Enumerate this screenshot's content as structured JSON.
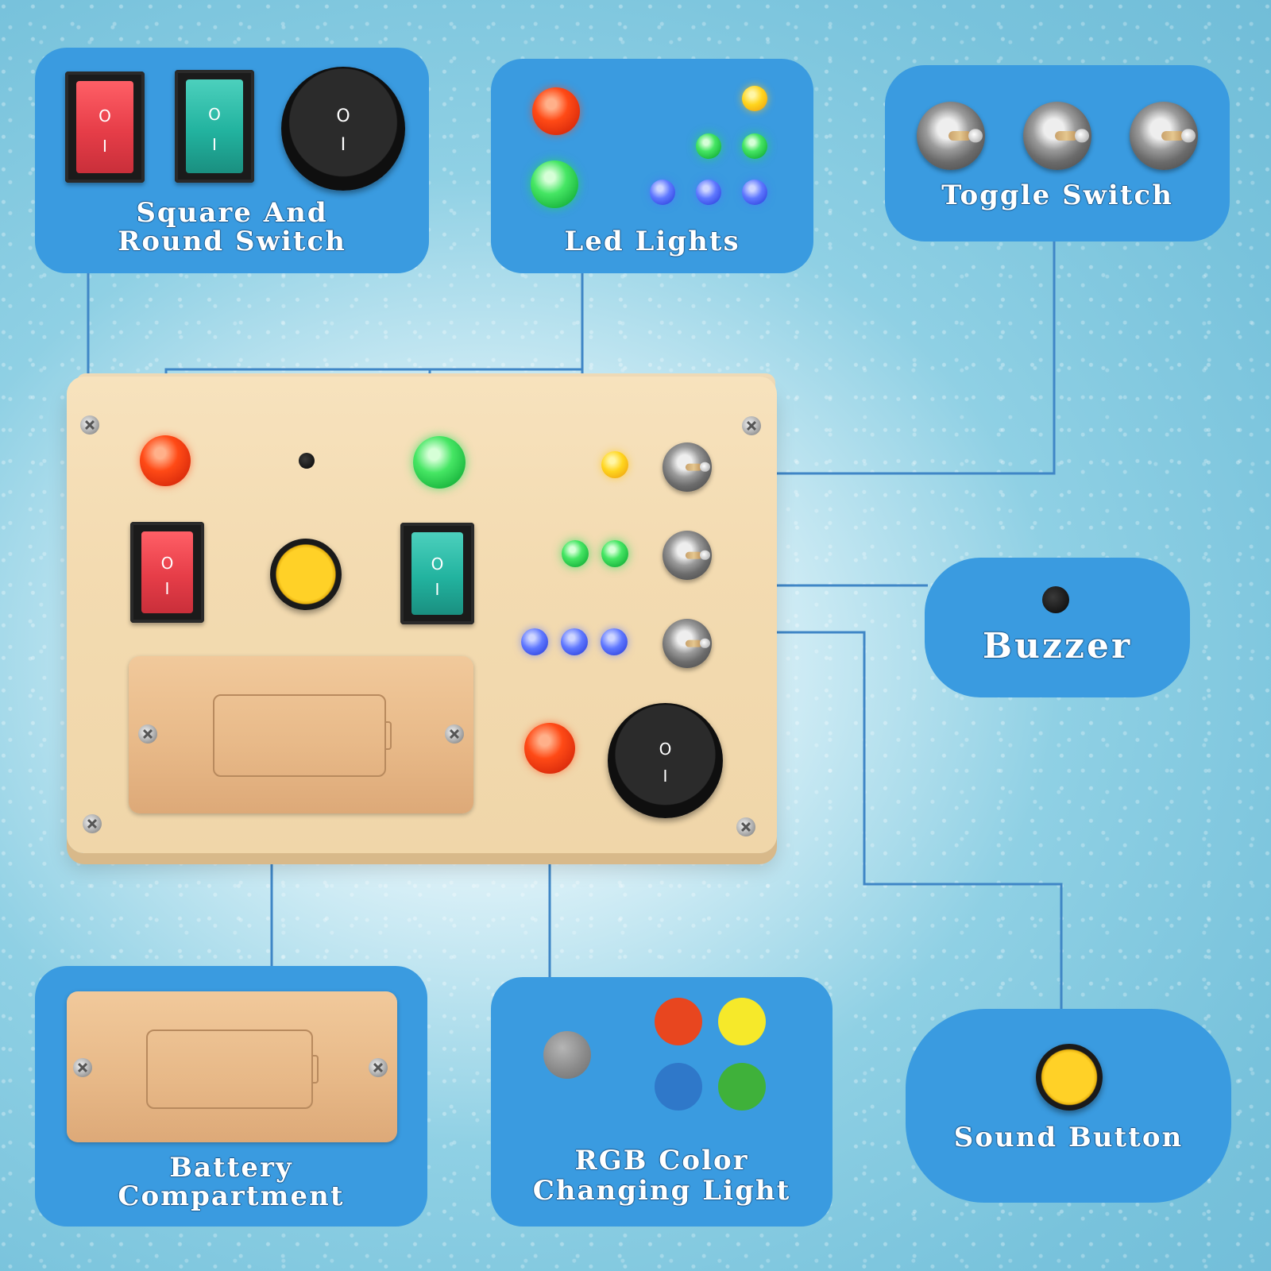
{
  "callouts": {
    "switch": {
      "line1": "Square And",
      "line2": "Round Switch"
    },
    "led": {
      "title": "Led Lights"
    },
    "toggle": {
      "title": "Toggle Switch"
    },
    "buzzer": {
      "title": "Buzzer"
    },
    "battery": {
      "line1": "Battery",
      "line2": "Compartment"
    },
    "rgb": {
      "line1": "RGB Color",
      "line2": "Changing Light"
    },
    "sound": {
      "title": "Sound Button"
    }
  },
  "switch_marks": {
    "off": "O",
    "on": "I"
  },
  "colors": {
    "card_blue": "#3a9be0",
    "wire_blue": "#3f86c6",
    "rgb_gray": "#8a8a8a",
    "rgb_red": "#e8461f",
    "rgb_yellow": "#f6e92a",
    "rgb_blue": "#2f78c9",
    "rgb_green": "#3fb13a"
  },
  "icons": {
    "rocker": "rocker-switch-icon",
    "round": "round-switch-icon",
    "toggle": "toggle-switch-icon",
    "led": "led-icon",
    "buzzer": "buzzer-hole-icon",
    "push": "push-button-icon",
    "screw": "screw-icon"
  }
}
